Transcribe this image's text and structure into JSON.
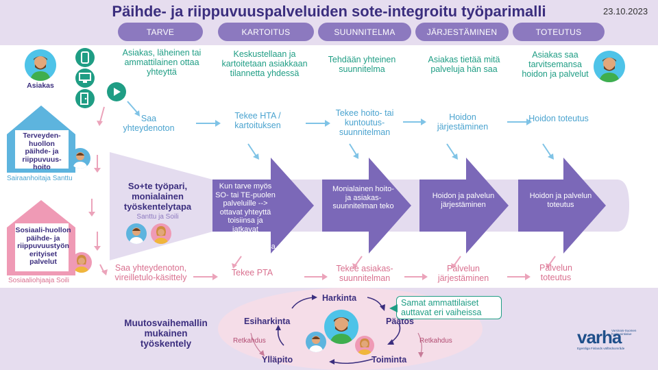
{
  "header": {
    "title": "Päihde- ja riippuvuuspalveluiden sote-integroitu työparimalli",
    "date": "23.10.2023",
    "tabs": [
      "TARVE",
      "KARTOITUS",
      "SUUNNITELMA",
      "JÄRJESTÄMINEN",
      "TOTEUTUS"
    ]
  },
  "client": {
    "label": "Asiakas"
  },
  "top_row": [
    "Asiakas, läheinen tai ammattilainen ottaa yhteyttä",
    "Keskustellaan ja kartoitetaan asiakkaan tilannetta yhdessä",
    "Tehdään yhteinen suunnitelma",
    "Asiakas tietää mitä palveluja hän saa",
    "Asiakas saa tarvitsemansa hoidon ja palvelut"
  ],
  "health_house": {
    "label": "Terveyden-huollon päihde- ja riippuvuus-hoito",
    "worker": "Sairaanhoitaja Santtu",
    "steps": [
      "Saa yhteydenoton",
      "Tekee HTA / kartoituksen",
      "Tekee hoito- tai kuntoutus-suunnitelman",
      "Hoidon järjestäminen",
      "Hoidon toteutus"
    ]
  },
  "social_house": {
    "label": "Sosiaali-huollon päihde- ja riippuvuustyön erityiset palvelut",
    "worker": "Sosiaaliohjaaja Soili",
    "steps": [
      "Saa yhteydenoton, vireilletulo-käsittely",
      "Tekee PTA",
      "Tekee asiakas-suunnitelman",
      "Palvelun järjestäminen",
      "Palvelun toteutus"
    ]
  },
  "funnel": {
    "title": "So+te työpari, monialainen työskentelytapa",
    "names": "Santtu ja Soili"
  },
  "arrows": [
    "Kun tarve myös SO- tai TE-puolen palveluille --> ottavat yhteyttä toisiinsa ja jatkavat yhteistyötä asiakkaan kanssa",
    "Monialainen hoito- ja asiakas-suunnitelman teko",
    "Hoidon ja palvelun järjestäminen",
    "Hoidon ja palvelun toteutus"
  ],
  "cycle": {
    "title": "Muutosvaihemallin mukainen työskentely",
    "stages": [
      "Harkinta",
      "Päätös",
      "Toiminta",
      "Ylläpito",
      "Esiharkinta"
    ],
    "relapse_left": "Retkahdus",
    "relapse_right": "Retkahdus",
    "bubble": "Samat ammattilaiset auttavat eri vaiheissa"
  },
  "logo": {
    "text": "varha",
    "small": [
      "Varsinais-Suomen hyvinvointialue",
      "Egentliga Finlands välfärdsområde"
    ]
  },
  "colors": {
    "title": "#3b2e7e",
    "tab": "#8c79bf",
    "teal": "#1f9d84",
    "blue": "#4aa3cf",
    "pink": "#d9708f",
    "arrow": "#7b68b8",
    "band": "#e6ddef"
  }
}
